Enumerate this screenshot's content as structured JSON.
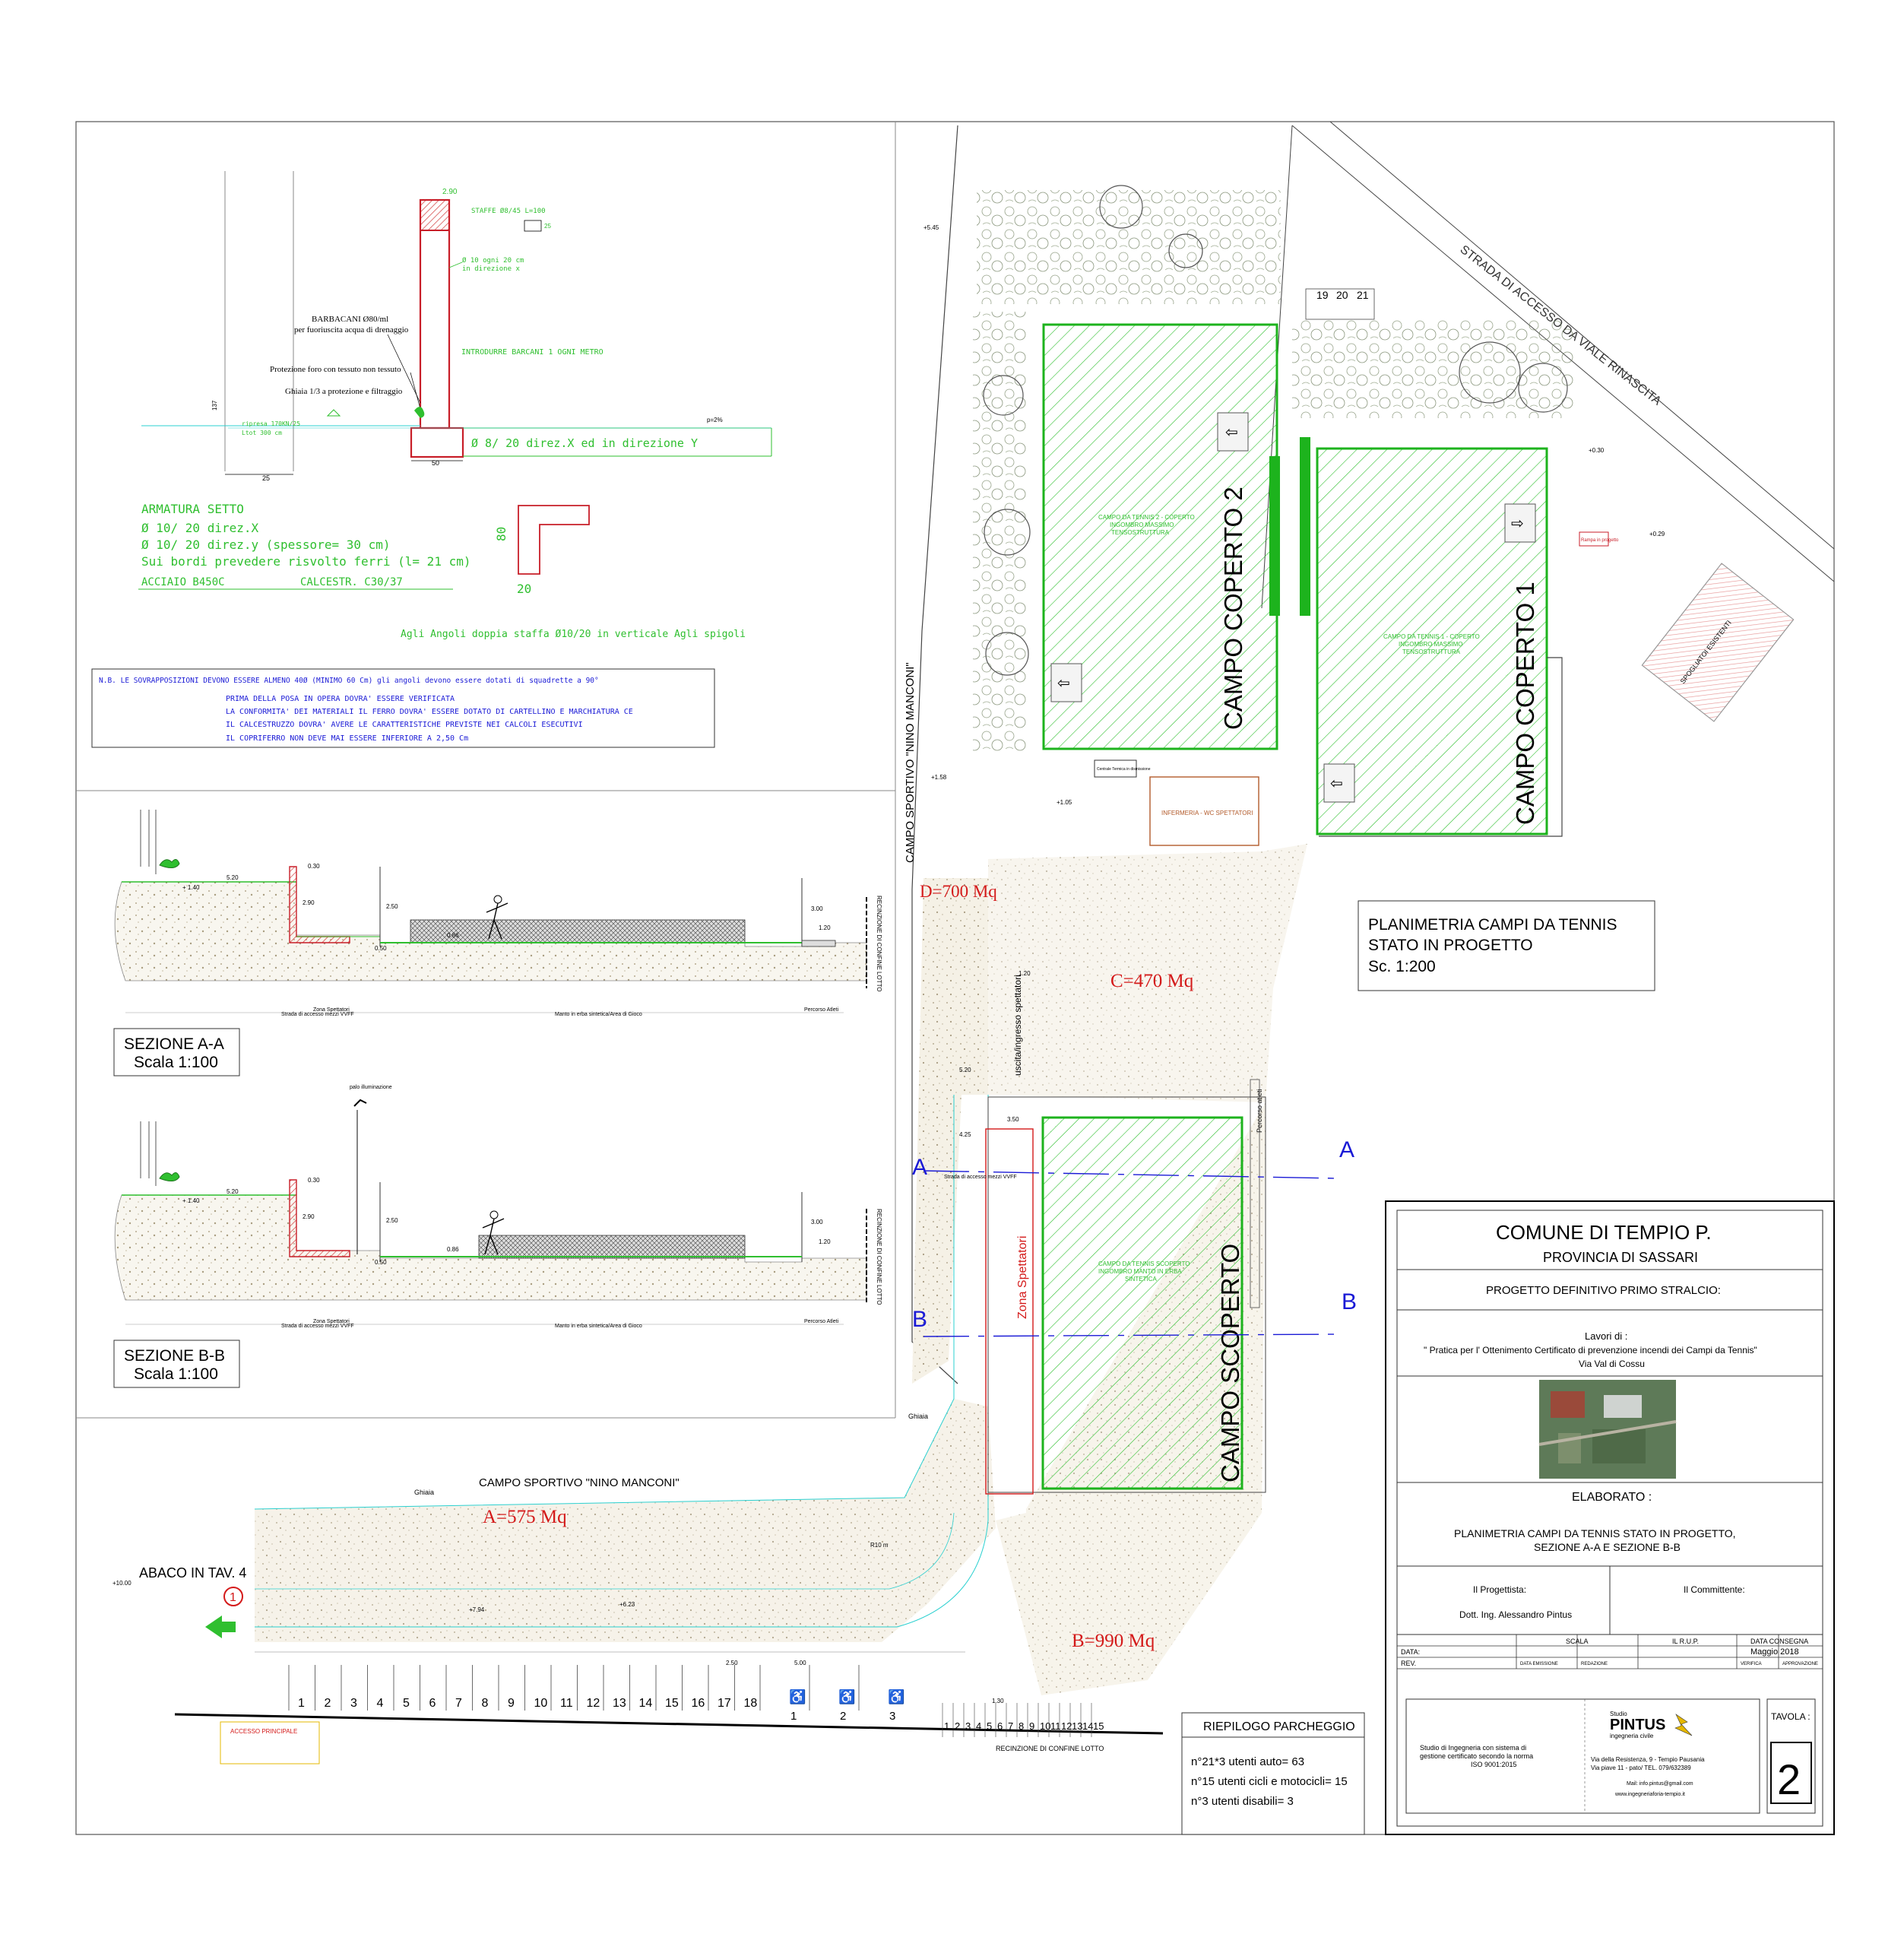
{
  "colors": {
    "green": "#2fbf2f",
    "court_green": "#1db31d",
    "blue_text": "#1a1ad6",
    "red_text": "#d41a1a",
    "rebar_red": "#c81e28",
    "hatch_red": "#d23a3a",
    "gravel": "#f3efe4",
    "dark_green": "#1f7a1f"
  },
  "wall_detail": {
    "dim_top": "2.90",
    "stirrups": "STAFFE Ø8/45 L=100",
    "stirrup_dim": "25",
    "rebar_note_1": "Ø 10 ogni 20 cm",
    "rebar_note_2": "in direzione x",
    "barbacani_1": "BARBACANI Ø80/ml",
    "barbacani_2": "per fuoriuscita acqua di drenaggio",
    "introdurre": "INTRODURRE BARCANI 1 OGNI METRO",
    "protezione": "Protezione foro con tessuto non tessuto",
    "ghiaia": "Ghiaia 1/3 a protezione e filtraggio",
    "height_137": "137",
    "dim_25": "25",
    "dim_50": "50",
    "ripresa_1": "ripresa 170KN/25",
    "ripresa_2": "Ltot 300 cm",
    "slope": "p=2%",
    "base_rebar": "Ø 8/ 20 direz.X ed in direzione Y",
    "armatura_title": "ARMATURA  SETTO",
    "arm_1": "Ø 10/ 20 direz.X",
    "arm_2": "Ø 10/ 20 direz.y (spessore= 30 cm)",
    "arm_3": "Sui bordi prevedere risvolto ferri (l= 21 cm)",
    "acciaio": "ACCIAIO  B450C",
    "calcestr": "CALCESTR. C30/37",
    "dim_80": "80",
    "dim_20": "20",
    "angoli": "Agli Angoli doppia staffa Ø10/20 in verticale Agli spigoli"
  },
  "notes_box": {
    "line1": "N.B. LE SOVRAPPOSIZIONI DEVONO ESSERE  ALMENO 40Ø (MINIMO 60 Cm) gli angoli devono essere dotati di squadrette a 90°",
    "line2": "PRIMA DELLA POSA IN OPERA DOVRA' ESSERE VERIFICATA",
    "line3": "LA CONFORMITA' DEI MATERIALI  IL FERRO DOVRA' ESSERE DOTATO DI CARTELLINO E MARCHIATURA CE",
    "line4": "IL CALCESTRUZZO DOVRA' AVERE LE CARATTERISTICHE PREVISTE NEI CALCOLI ESECUTIVI",
    "line5": "IL COPRIFERRO NON DEVE MAI ESSERE INFERIORE A 2,50 Cm"
  },
  "section_aa": {
    "title": "SEZIONE A-A",
    "scale": "Scala 1:100",
    "d1": "5.20",
    "d2": "0.30",
    "d3": "+ 1.40",
    "d4": "2.90",
    "d5": "2.50",
    "d6": "3.00",
    "d7": "1.20",
    "d8": "0.50",
    "d9": "0.86",
    "confine": "RECINZIONE DI CONFINE LOTTO",
    "strada": "Strada di accesso mezzi VVFF",
    "zona": "Zona Spettatori",
    "manto": "Manto in erba sintetica/Area di Gioco",
    "percorso": "Percorso Atleti"
  },
  "section_bb": {
    "title": "SEZIONE B-B",
    "scale": "Scala 1:100",
    "palo": "palo illuminazione"
  },
  "plan": {
    "title_1": "PLANIMETRIA CAMPI DA TENNIS",
    "title_2": "STATO IN PROGETTO",
    "title_3": "Sc. 1:200",
    "road": "STRADA DI ACCESSO DA VIALE RINASCITA",
    "campo_sportivo_v": "CAMPO SPORTIVO \"NINO MANCONI\"",
    "campo_sportivo_h": "CAMPO SPORTIVO \"NINO MANCONI\"",
    "coperto_2": "CAMPO COPERTO 2",
    "coperto_1": "CAMPO COPERTO 1",
    "scoperto": "CAMPO SCOPERTO",
    "c2_desc_1": "CAMPO DA TENNIS 2 - COPERTO",
    "c2_desc_2": "INGOMBRO MASSIMO",
    "c2_desc_3": "TENSOSTRUTTURA",
    "c1_desc_1": "CAMPO DA TENNIS 1 - COPERTO",
    "c1_desc_2": "INGOMBRO MASSIMO",
    "c1_desc_3": "TENSOSTRUTTURA",
    "cs_desc_1": "CAMPO DA TENNIS SCOPERTO",
    "cs_desc_2": "INGOMBRO MANTO IN ERBA",
    "cs_desc_3": "SINTETICA",
    "infermeria": "INFERMERIA - WC SPETTATORI",
    "centrale": "Centrale Termica in dismissione",
    "spogliatoi": "SPOGLIATOI ESISTENTI",
    "area_d": "D=700 Mq",
    "area_c": "C=470 Mq",
    "area_a": "A=575 Mq",
    "area_b": "B=990 Mq",
    "zona_spettatori": "Zona Spettatori",
    "uscita": "uscita/ingresso spettatori",
    "percorso_atleti": "Percorso atleti",
    "ghiaia_1": "Ghiaia",
    "ghiaia_2": "Ghiaia",
    "abaco": "ABACO IN TAV. 4",
    "accesso": "ACCESSO PRINCIPALE",
    "recinzione": "RECINZIONE DI CONFINE LOTTO",
    "strada_vvf": "Strada di accesso mezzi VVFF",
    "sec_a": "A",
    "sec_b": "B",
    "circle_1": "1",
    "stalls_car": [
      "1",
      "2",
      "3",
      "4",
      "5",
      "6",
      "7",
      "8",
      "9",
      "10",
      "11",
      "12",
      "13",
      "14",
      "15",
      "16",
      "17",
      "18"
    ],
    "stalls_dis": [
      "1",
      "2",
      "3"
    ],
    "stalls_moto": [
      "1",
      "2",
      "3",
      "4",
      "5",
      "6",
      "7",
      "8",
      "9",
      "10",
      "11",
      "12",
      "13",
      "14",
      "15"
    ],
    "stalls_top": [
      "19",
      "20",
      "21"
    ],
    "elev_1": "+5.45",
    "elev_2": "+1.58",
    "elev_3": "+1.05",
    "elev_4": "+0.30",
    "elev_5": "+0.29",
    "elev_6": "+7.94",
    "elev_7": "+6.23",
    "elev_8": "+10.00",
    "dim_500": "5.00",
    "dim_250": "2.50",
    "dim_130": "1.30",
    "dim_120": "1.20",
    "dim_520": "5.20",
    "dim_425": "4.25",
    "dim_350": "3.50",
    "r10": "R10 m",
    "rampa": "Rampa in progetto"
  },
  "parking": {
    "title": "RIEPILOGO PARCHEGGIO",
    "line1": "n°21*3 utenti auto= 63",
    "line2": "n°15 utenti cicli e motocicli= 15",
    "line3": "n°3 utenti disabili= 3"
  },
  "titleblock": {
    "comune": "COMUNE DI TEMPIO P.",
    "provincia": "PROVINCIA  DI  SASSARI",
    "progetto": "PROGETTO DEFINITIVO PRIMO STRALCIO:",
    "lavori": "Lavori di :",
    "pratica": "\" Pratica per l' Ottenimento Certificato di prevenzione incendi  dei Campi da Tennis\"",
    "via": "Via Val di Cossu",
    "elaborato": "ELABORATO :",
    "elab_1": "PLANIMETRIA CAMPI DA TENNIS STATO IN PROGETTO,",
    "elab_2": "SEZIONE A-A E SEZIONE B-B",
    "progettista": "Il Progettista:",
    "committente": "Il Committente:",
    "dott": "Dott. Ing. Alessandro Pintus",
    "data": "DATA:",
    "scala": "SCALA",
    "rup": "IL R.U.P.",
    "data_consegna": "DATA CONSEGNA",
    "maggio": "Maggio 2018",
    "rev": "REV.",
    "data_emissione": "DATA EMISSIONE",
    "redazione": "REDAZIONE",
    "verifica": "VERIFICA",
    "approvazione": "APPROVAZIONE",
    "studio_1": "Studio di Ingegneria con sistema di",
    "studio_2": "gestione certificato secondo la norma",
    "studio_3": "ISO 9001:2015",
    "logo_studio": "Studio",
    "logo_name": "PINTUS",
    "logo_sub": "ingegneria civile",
    "addr_1": "Via della Resistenza, 9 - Tempio Pausania",
    "addr_2": "Via piave 11 - pato/  TEL. 079/632389",
    "mail": "Mail: info.pintus@gmail.com",
    "web": "www.ingegneriaforia-tempio.it",
    "tavola": "TAVOLA :",
    "tavola_num": "2"
  }
}
